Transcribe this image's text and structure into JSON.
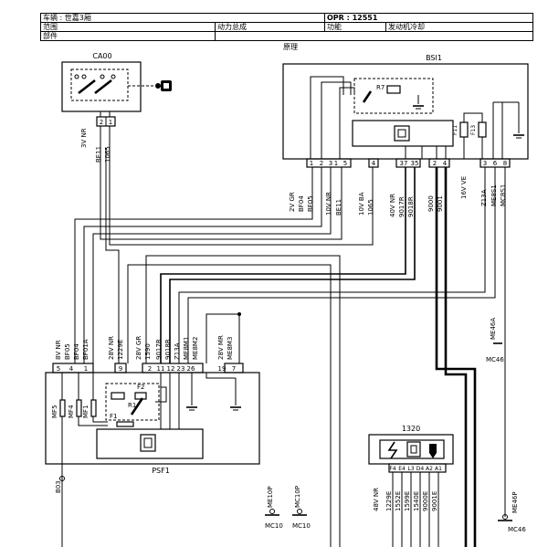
{
  "header": {
    "vehicle": "车辆 : 世嘉3厢",
    "opr": "OPR : 12551",
    "scope_label": "范围",
    "scope_value": "动力总成",
    "function_label": "功能",
    "function_value": "发动机冷却",
    "part_label": "部件",
    "section_title": "原理"
  },
  "components": {
    "ca00": "CA00",
    "bsi1": "BSI1",
    "psf1": "PSF1",
    "c1320": "1320",
    "r1": "R1",
    "r7": "R7",
    "f1": "F1",
    "f2": "F2",
    "f11": "F11",
    "f13": "F13"
  },
  "ca00_pins": [
    "2",
    "1"
  ],
  "ca00_wires": [
    "3V NR",
    "BE11",
    "1065"
  ],
  "bsi_pins": [
    "1",
    "2",
    "3",
    "1",
    "5",
    "4",
    "37",
    "35",
    "2",
    "4",
    "3",
    "6",
    "8"
  ],
  "bsi_wires": [
    "2V GR",
    "BF04",
    "BF05",
    "10V NR",
    "BE11",
    "10V BA",
    "1065",
    "40V NR",
    "9017R",
    "9018R",
    "9000",
    "9001",
    "16V VE",
    "Z13A",
    "ME8S1",
    "MC8S1"
  ],
  "psf_pins": [
    "5",
    "4",
    "1",
    "9",
    "2",
    "11",
    "12",
    "23",
    "26",
    "19",
    "7"
  ],
  "psf_wires": [
    "8V NR",
    "BF05",
    "BF04",
    "BF01A",
    "28V NR",
    "1229E",
    "28V GR",
    "1590",
    "9017R",
    "9018R",
    "Z13A",
    "ME8M1",
    "ME8M2",
    "28V MR",
    "ME8M3"
  ],
  "psf_fuses": [
    "MF5",
    "MF4",
    "MF1"
  ],
  "c1320_pins": [
    "F4",
    "E4",
    "L3",
    "D4",
    "A2",
    "A1"
  ],
  "c1320_wires": [
    "48V NR",
    "1229E",
    "1552E",
    "1599E",
    "1540E",
    "9000E",
    "9001E"
  ],
  "grounds": {
    "me46a": "ME46A",
    "mc46_top": "MC46",
    "me46p": "ME46P",
    "mc46_bottom": "MC46",
    "me10p": "ME10P",
    "mc10_a": "MC10",
    "mc10p": "MC10P",
    "mc10_b": "MC10",
    "b03": "B03"
  }
}
